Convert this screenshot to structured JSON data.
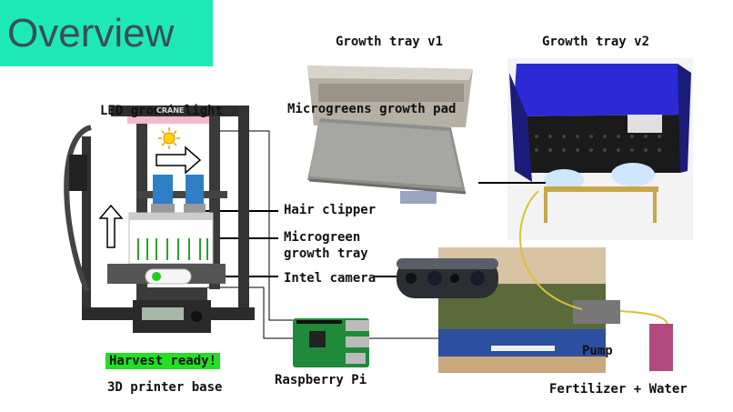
{
  "title": "Overview",
  "labels": {
    "growth_tray_v1": "Growth tray v1",
    "growth_tray_v2": "Growth tray v2",
    "led_growth_light": "LED growth light",
    "growth_pad": "Microgreens growth pad",
    "hair_clipper": "Hair clipper",
    "microgreen_tray_line1": "Microgreen",
    "microgreen_tray_line2": "growth tray",
    "intel_camera": "Intel camera",
    "harvest_ready": "Harvest ready!",
    "printer_base": "3D printer base",
    "raspberry_pi": "Raspberry Pi",
    "pump": "Pump",
    "fertilizer_water": "Fertilizer + Water",
    "printer_brand": "CRANE"
  },
  "colors": {
    "title_bg": "#1de9b6",
    "harvest_bg": "#22e022",
    "tray_v2_blue": "#2a2ad6",
    "pump_gray": "#777777",
    "fertilizer_box": "#b04a7e",
    "tube_yellow": "#d9c23a",
    "led_pink": "#f4b8cc"
  },
  "icons": [
    "sun-icon",
    "right-arrow-icon",
    "up-arrow-icon"
  ]
}
